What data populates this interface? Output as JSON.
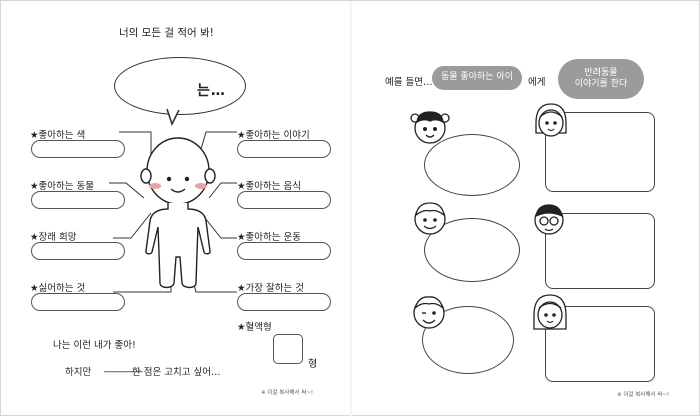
{
  "left_page": {
    "title": "너의 모든 걸 적어 봐!",
    "bubble_text": "는…",
    "left_labels": [
      "★좋아하는 색",
      "★좋아하는 동물",
      "★장래 희망",
      "★싫어하는 것"
    ],
    "right_labels": [
      "★좋아하는 이야기",
      "★좋아하는 음식",
      "★좋아하는 운동",
      "★가장 잘하는 것"
    ],
    "blood_type_label": "★혈액형",
    "blood_type_suffix": "형",
    "like_line": "나는 이런 내가 좋아!",
    "but_prefix": "하지만",
    "but_blank": "__________",
    "but_suffix": "한 점은 고치고 싶어…",
    "copy_note": "※ 이걸 복사해서 써~!"
  },
  "right_page": {
    "example_prefix": "예를 들면…",
    "bubble_left": "동물 좋아하는 아이",
    "connector": "에게",
    "bubble_right": "반려동물\n이야기를 한다",
    "copy_note": "※ 이걸 복사해서 써~!"
  },
  "colors": {
    "bubble_grey": "#9b9b9b",
    "line": "#444444",
    "cheek": "#e8a0a0"
  },
  "icons": [
    "star-icon",
    "person-illustration",
    "child-face-icon"
  ]
}
